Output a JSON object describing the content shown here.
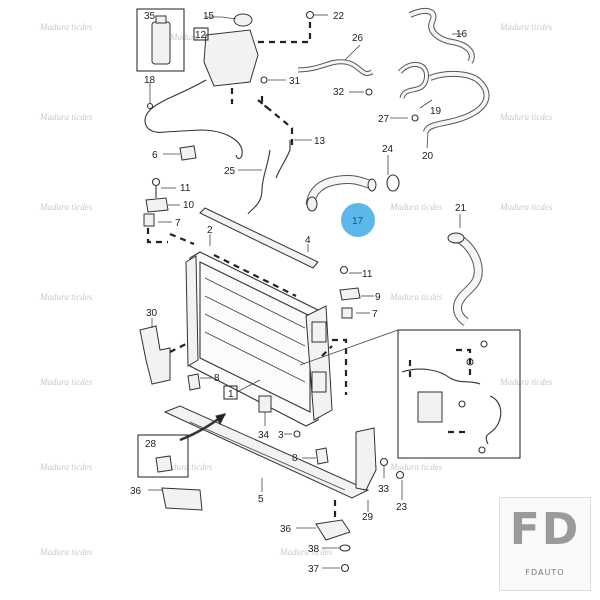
{
  "diagram": {
    "callouts": [
      "35",
      "15",
      "22",
      "12",
      "26",
      "16",
      "18",
      "31",
      "32",
      "19",
      "27",
      "13",
      "6",
      "25",
      "20",
      "24",
      "11",
      "10",
      "17",
      "21",
      "7",
      "2",
      "4",
      "11",
      "9",
      "7",
      "30",
      "8",
      "1",
      "34",
      "3",
      "28",
      "8",
      "33",
      "36",
      "29",
      "23",
      "5",
      "36",
      "38",
      "37"
    ],
    "highlight_callout": "17",
    "highlight_color": "#5bb8e8",
    "watermark_text": "Mаdura tiсdes"
  },
  "logo": {
    "mark": "FD",
    "label": "FDAUTO"
  }
}
